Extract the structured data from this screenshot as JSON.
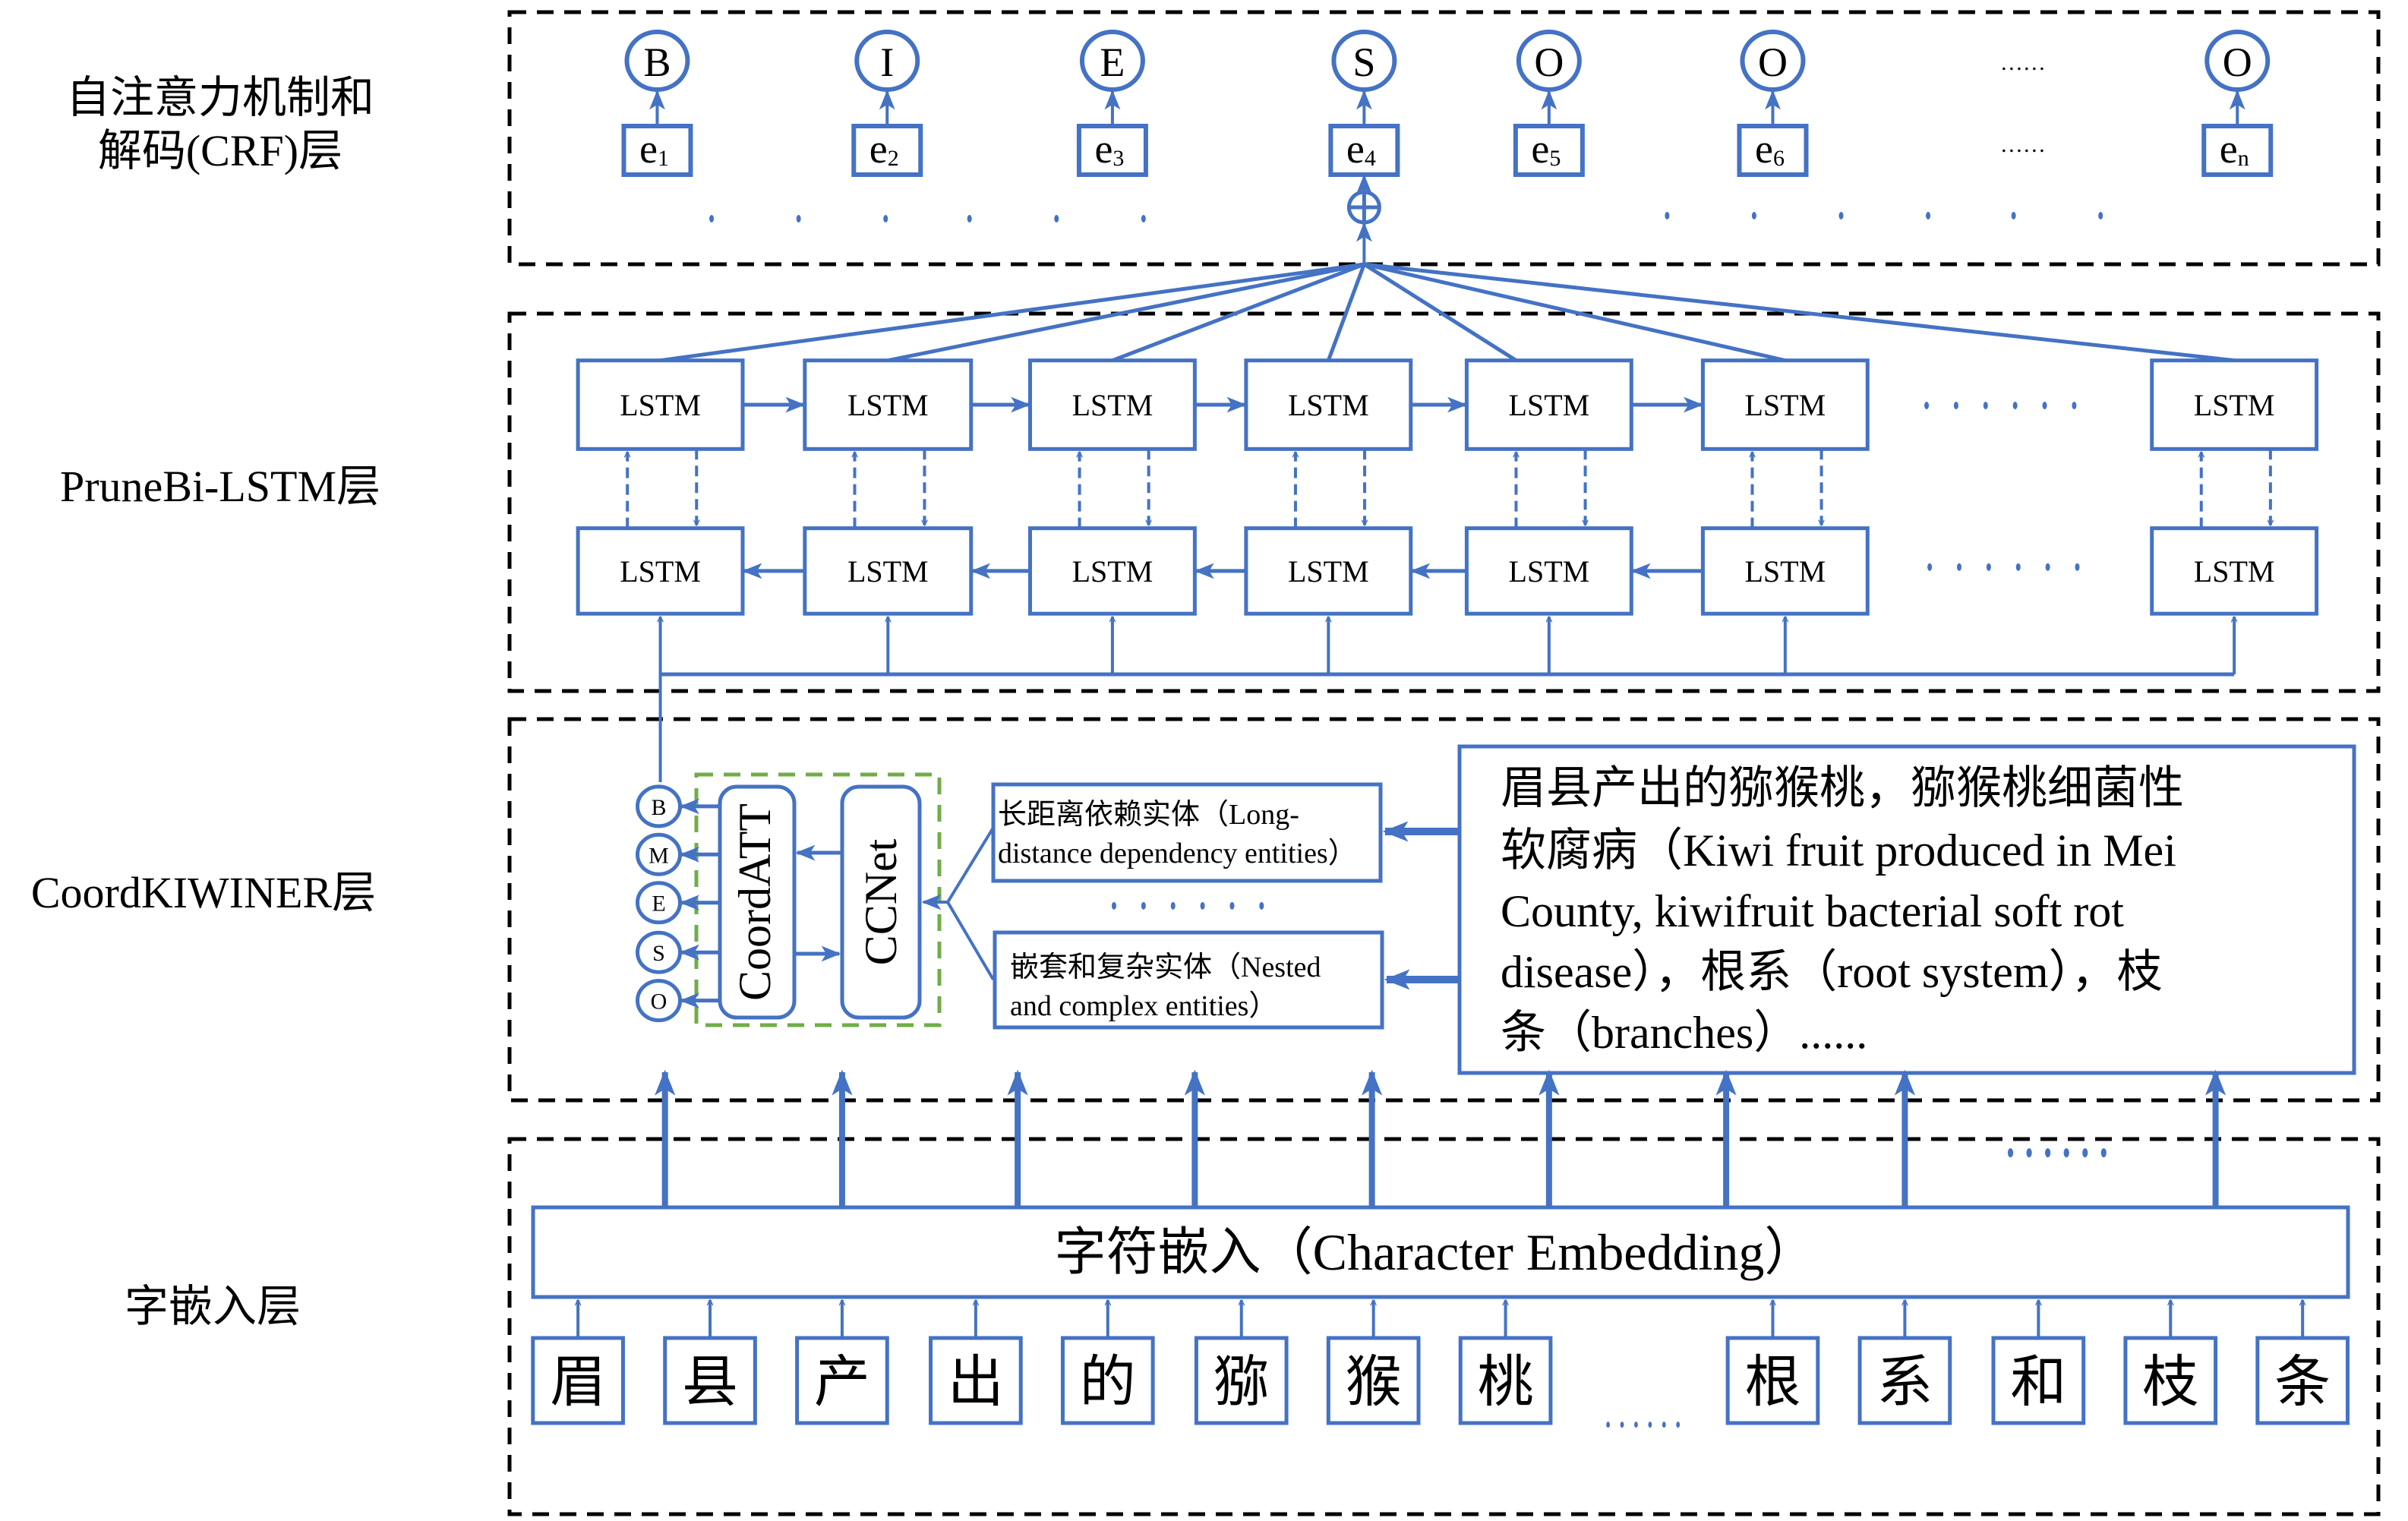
{
  "colors": {
    "accent": "#4472C4",
    "frame": "#000000",
    "attention_frame": "#70AD47"
  },
  "layer_labels": {
    "crf_line1": "自注意力机制和",
    "crf_line2": "解码(CRF)层",
    "lstm": "PruneBi-LSTM层",
    "coord": "CoordKIWINER层",
    "embed": "字嵌入层"
  },
  "crf_layer": {
    "tags": [
      "B",
      "I",
      "E",
      "S",
      "O",
      "O",
      "O"
    ],
    "emissions": [
      {
        "base": "e",
        "sub": "1"
      },
      {
        "base": "e",
        "sub": "2"
      },
      {
        "base": "e",
        "sub": "3"
      },
      {
        "base": "e",
        "sub": "4"
      },
      {
        "base": "e",
        "sub": "5"
      },
      {
        "base": "e",
        "sub": "6"
      },
      {
        "base": "e",
        "sub": "n"
      }
    ],
    "ellipsis": "……",
    "sum_symbol": "⊕"
  },
  "lstm_layer": {
    "cell_label": "LSTM",
    "forward_cells": [
      "LSTM",
      "LSTM",
      "LSTM",
      "LSTM",
      "LSTM",
      "LSTM",
      "LSTM"
    ],
    "backward_cells": [
      "LSTM",
      "LSTM",
      "LSTM",
      "LSTM",
      "LSTM",
      "LSTM",
      "LSTM"
    ]
  },
  "coord_layer": {
    "bmeso_tags": [
      "B",
      "M",
      "E",
      "S",
      "O"
    ],
    "coordatt_label": "CoordATT",
    "ccnet_label": "CCNet",
    "entity_long_line1": "长距离依赖实体（Long-",
    "entity_long_line2": "distance dependency entities）",
    "entity_nested_line1": "嵌套和复杂实体（Nested",
    "entity_nested_line2": "and complex entities）",
    "example_lines": [
      "眉县产出的猕猴桃，猕猴桃细菌性",
      "软腐病（Kiwi fruit produced in Mei",
      "County, kiwifruit bacterial soft rot",
      "disease），根系（root system），枝",
      "条（branches）......"
    ]
  },
  "embed_layer": {
    "embedding_label": "字符嵌入（Character Embedding）",
    "characters": [
      "眉",
      "县",
      "产",
      "出",
      "的",
      "猕",
      "猴",
      "桃",
      "根",
      "系",
      "和",
      "枝",
      "条"
    ],
    "ellipsis": "……"
  }
}
